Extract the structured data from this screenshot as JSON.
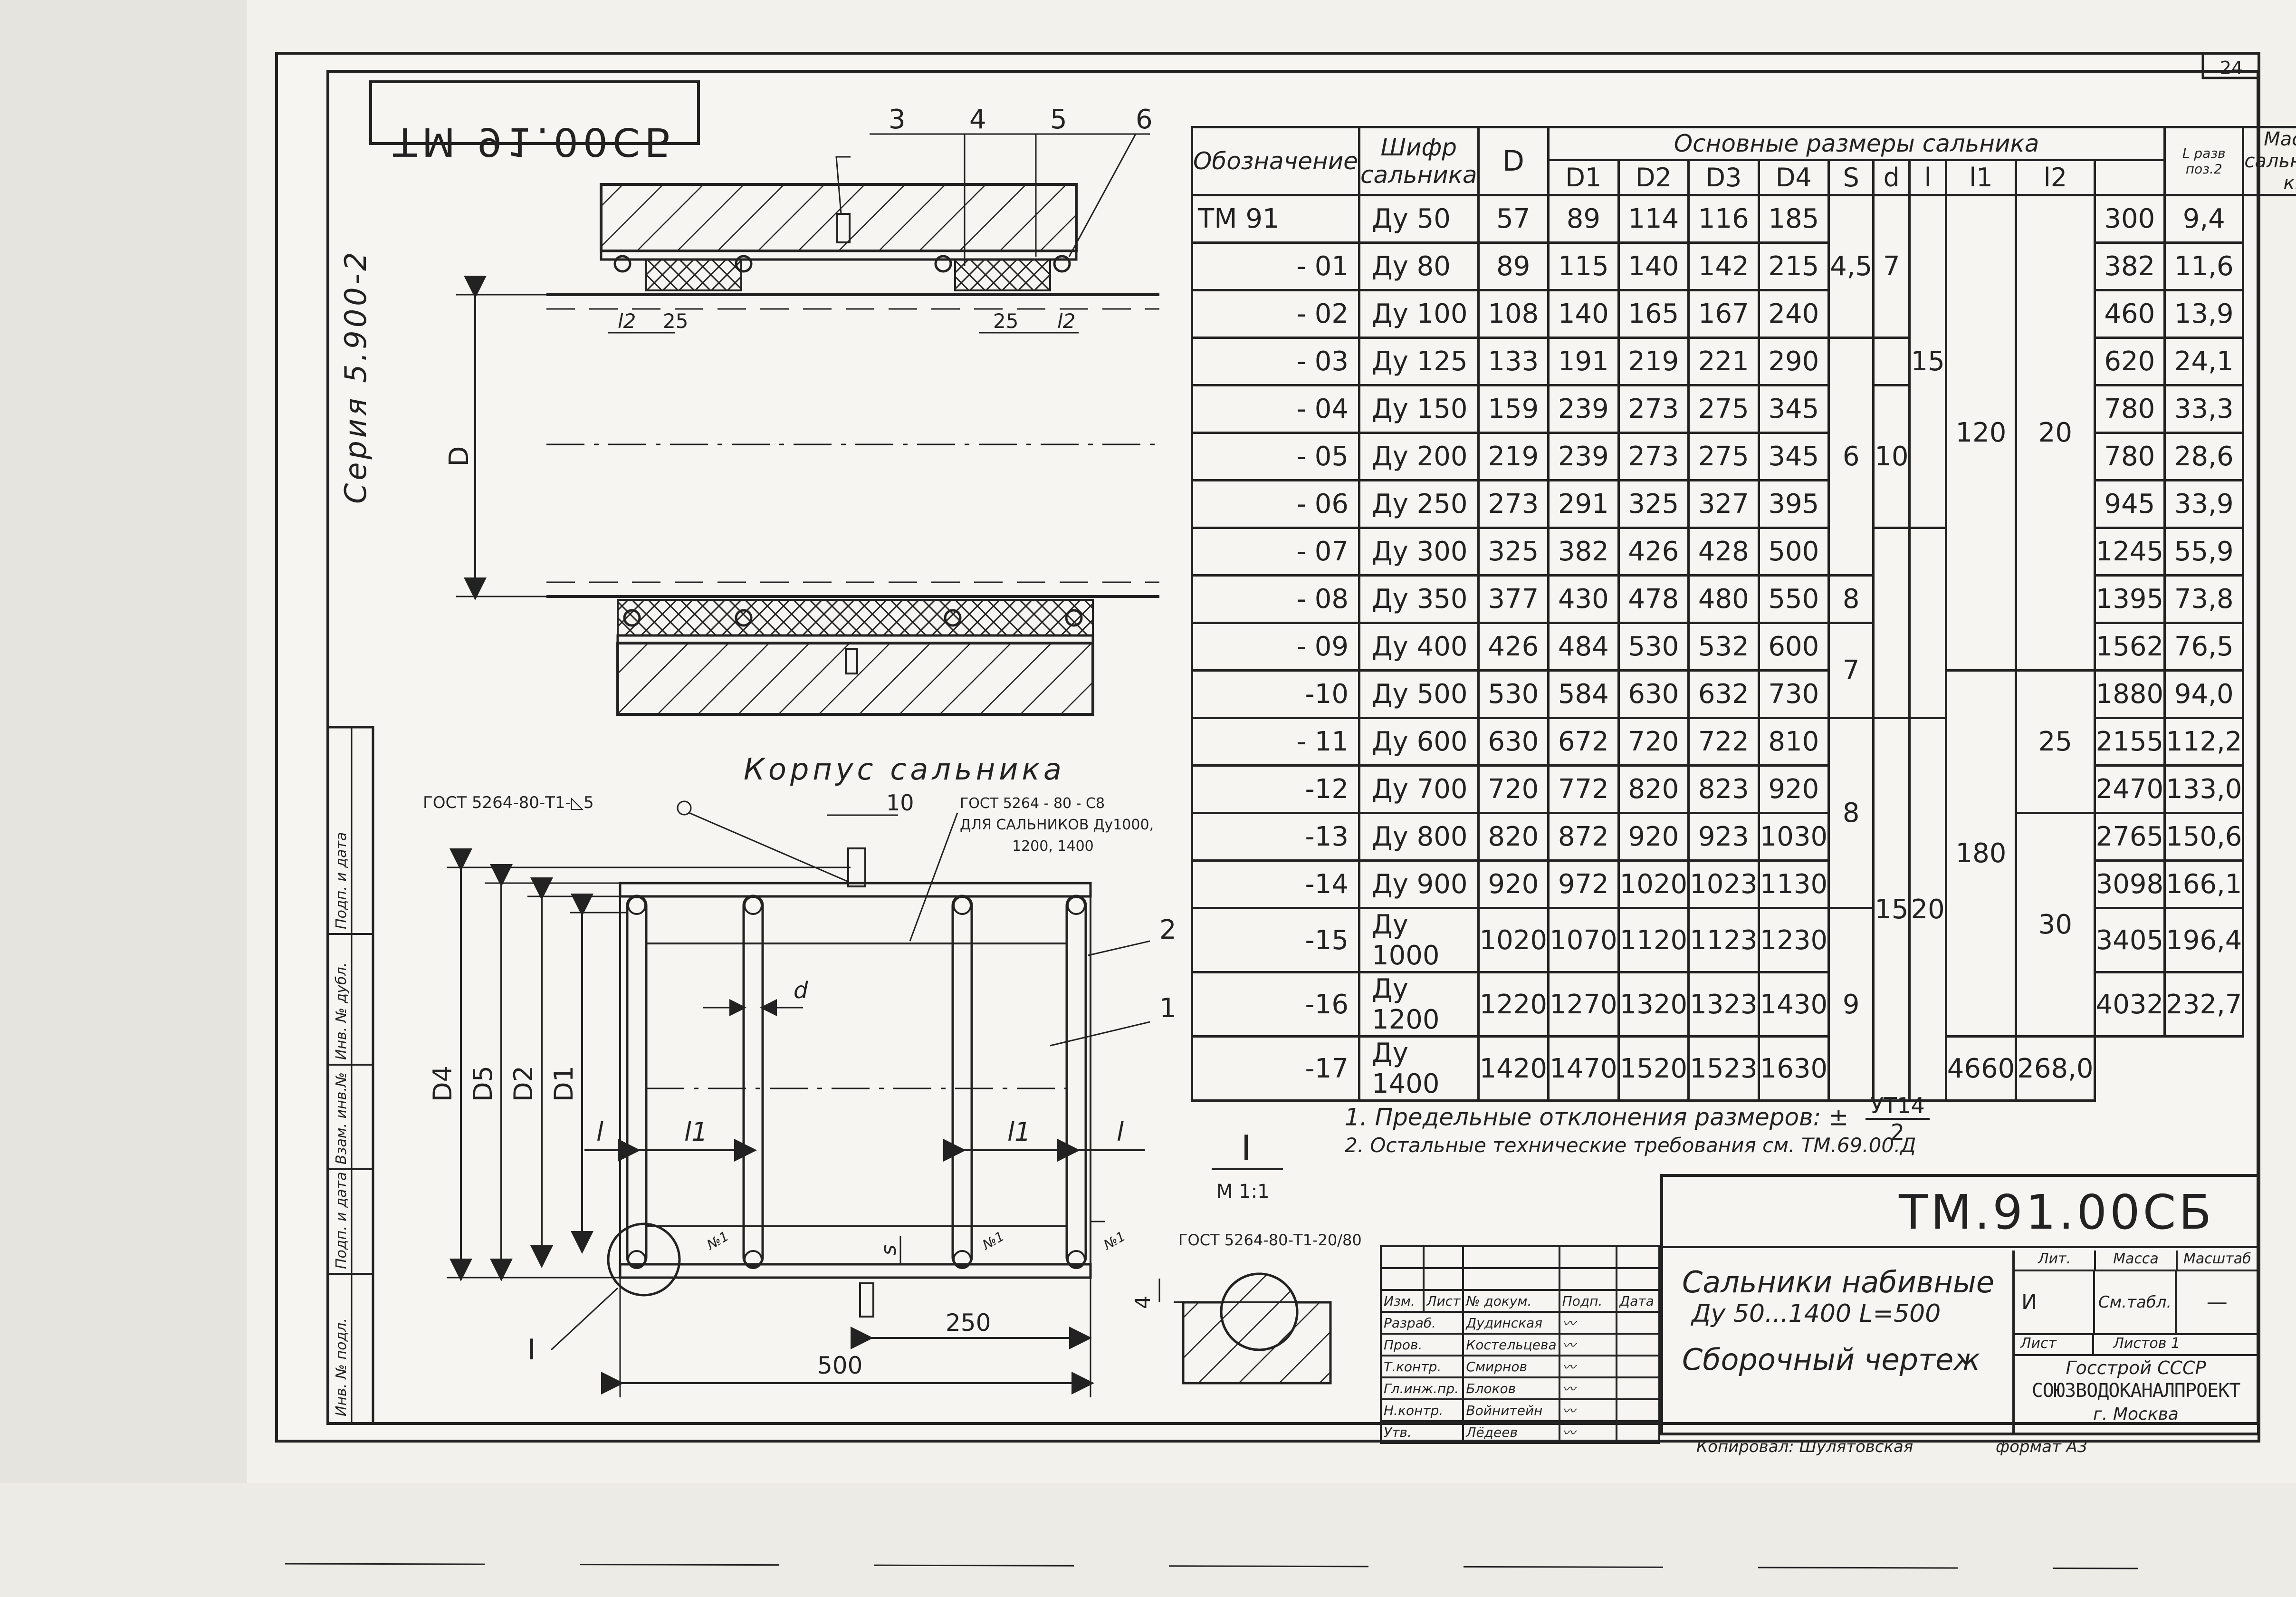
{
  "series_text": "Серия 5.900-2",
  "mirrored_code": "TM 91.00CБ",
  "page_number": "24",
  "callouts": [
    "1",
    "2",
    "3",
    "4",
    "5",
    "6"
  ],
  "dims": {
    "D": "D",
    "D1": "D1",
    "D2": "D2",
    "D4": "D4",
    "D5": "D5",
    "l": "l",
    "l1": "l1",
    "l2": "l2",
    "d": "d",
    "s": "s",
    "v25a": "25",
    "v25b": "25",
    "v10": "10",
    "v250": "250",
    "v500": "500",
    "v4": "4"
  },
  "section_title": "Корпус сальника",
  "gost_notes": {
    "g1": "ГОСТ 5264-80-Т1-◺5",
    "g2a": "ГОСТ 5264 - 80 - С8",
    "g2b": "ДЛЯ САЛЬНИКОВ Ду1000,",
    "g2c": "1200, 1400",
    "g3": "ГОСТ 5264-80-Т1-20/80",
    "n1": "№1",
    "n2": "№1",
    "n3": "№1"
  },
  "detail": {
    "label": "I",
    "scale": "M 1:1",
    "leader_label": "I"
  },
  "table": {
    "headers": {
      "designation": "Обозначение",
      "cipher": "Шифр сальника",
      "D": "D",
      "main_dims": "Основные размеры сальника",
      "D1": "D1",
      "D2": "D2",
      "D3": "D3",
      "D4": "D4",
      "S": "S",
      "d": "d",
      "l": "l",
      "l1": "l1",
      "l2": "l2",
      "L": "L разв поз.2",
      "mass": "Масса сальника, кг"
    },
    "rows": [
      {
        "des": "ТМ 91",
        "cip": "Ду 50",
        "D": "57",
        "D1": "89",
        "D2": "114",
        "D3": "116",
        "D4": "185",
        "L": "300",
        "m": "9,4"
      },
      {
        "des": "- 01",
        "cip": "Ду 80",
        "D": "89",
        "D1": "115",
        "D2": "140",
        "D3": "142",
        "D4": "215",
        "L": "382",
        "m": "11,6"
      },
      {
        "des": "- 02",
        "cip": "Ду 100",
        "D": "108",
        "D1": "140",
        "D2": "165",
        "D3": "167",
        "D4": "240",
        "L": "460",
        "m": "13,9"
      },
      {
        "des": "- 03",
        "cip": "Ду 125",
        "D": "133",
        "D1": "191",
        "D2": "219",
        "D3": "221",
        "D4": "290",
        "L": "620",
        "m": "24,1"
      },
      {
        "des": "- 04",
        "cip": "Ду 150",
        "D": "159",
        "D1": "239",
        "D2": "273",
        "D3": "275",
        "D4": "345",
        "L": "780",
        "m": "33,3"
      },
      {
        "des": "- 05",
        "cip": "Ду 200",
        "D": "219",
        "D1": "239",
        "D2": "273",
        "D3": "275",
        "D4": "345",
        "L": "780",
        "m": "28,6"
      },
      {
        "des": "- 06",
        "cip": "Ду 250",
        "D": "273",
        "D1": "291",
        "D2": "325",
        "D3": "327",
        "D4": "395",
        "L": "945",
        "m": "33,9"
      },
      {
        "des": "- 07",
        "cip": "Ду 300",
        "D": "325",
        "D1": "382",
        "D2": "426",
        "D3": "428",
        "D4": "500",
        "L": "1245",
        "m": "55,9"
      },
      {
        "des": "- 08",
        "cip": "Ду 350",
        "D": "377",
        "D1": "430",
        "D2": "478",
        "D3": "480",
        "D4": "550",
        "L": "1395",
        "m": "73,8"
      },
      {
        "des": "- 09",
        "cip": "Ду 400",
        "D": "426",
        "D1": "484",
        "D2": "530",
        "D3": "532",
        "D4": "600",
        "L": "1562",
        "m": "76,5"
      },
      {
        "des": "-10",
        "cip": "Ду 500",
        "D": "530",
        "D1": "584",
        "D2": "630",
        "D3": "632",
        "D4": "730",
        "L": "1880",
        "m": "94,0"
      },
      {
        "des": "- 11",
        "cip": "Ду 600",
        "D": "630",
        "D1": "672",
        "D2": "720",
        "D3": "722",
        "D4": "810",
        "L": "2155",
        "m": "112,2"
      },
      {
        "des": "-12",
        "cip": "Ду 700",
        "D": "720",
        "D1": "772",
        "D2": "820",
        "D3": "823",
        "D4": "920",
        "L": "2470",
        "m": "133,0"
      },
      {
        "des": "-13",
        "cip": "Ду 800",
        "D": "820",
        "D1": "872",
        "D2": "920",
        "D3": "923",
        "D4": "1030",
        "L": "2765",
        "m": "150,6"
      },
      {
        "des": "-14",
        "cip": "Ду 900",
        "D": "920",
        "D1": "972",
        "D2": "1020",
        "D3": "1023",
        "D4": "1130",
        "L": "3098",
        "m": "166,1"
      },
      {
        "des": "-15",
        "cip": "Ду 1000",
        "D": "1020",
        "D1": "1070",
        "D2": "1120",
        "D3": "1123",
        "D4": "1230",
        "L": "3405",
        "m": "196,4"
      },
      {
        "des": "-16",
        "cip": "Ду 1200",
        "D": "1220",
        "D1": "1270",
        "D2": "1320",
        "D3": "1323",
        "D4": "1430",
        "L": "4032",
        "m": "232,7"
      },
      {
        "des": "-17",
        "cip": "Ду 1400",
        "D": "1420",
        "D1": "1470",
        "D2": "1520",
        "D3": "1523",
        "D4": "1630",
        "L": "4660",
        "m": "268,0"
      }
    ],
    "merged": {
      "S_45": "4,5",
      "S_6": "6",
      "S_8": "8",
      "S_7": "7",
      "S_8b": "8",
      "S_9": "9",
      "d_7": "7",
      "d_10": "10",
      "d_15": "15",
      "l_15": "15",
      "l_20": "20",
      "l1_120": "120",
      "l1_180": "180",
      "l2_20": "20",
      "l2_25": "25",
      "l2_30": "30"
    }
  },
  "notes": {
    "n1": "1. Предельные отклонения размеров: ±",
    "n1_frac_top": "УТ14",
    "n1_frac_bot": "2",
    "n2": "2. Остальные технические требования см. ТМ.69.00.Д"
  },
  "left_strip": [
    "Инв. № подл.",
    "Подп. и дата",
    "Взам. инв.№",
    "Инв. № дубл.",
    "Подп. и дата"
  ],
  "stamp": {
    "head": [
      "Изм.",
      "Лист",
      "№ докум.",
      "Подп.",
      "Дата"
    ],
    "rows": [
      {
        "role": "Разраб.",
        "name": "Дудинская"
      },
      {
        "role": "Пров.",
        "name": "Костельцева"
      },
      {
        "role": "Т.контр.",
        "name": "Смирнов"
      },
      {
        "role": "Гл.инж.пр.",
        "name": "Блоков"
      },
      {
        "role": "Н.контр.",
        "name": "Войнитейн"
      },
      {
        "role": "Утв.",
        "name": "Лёдеев"
      }
    ]
  },
  "title_block": {
    "doc_number": "ТМ.91.00СБ",
    "name_l1": "Сальники набивные",
    "name_l2": "Ду 50...1400   L=500",
    "name_l3": "Сборочный  чертеж",
    "lit_label": "Лит.",
    "mass_label": "Масса",
    "scale_label": "Масштаб",
    "lit_value": "И",
    "mass_value": "См.табл.",
    "scale_value": "—",
    "sheet_label": "Лист",
    "sheets_label": "Листов 1",
    "org1": "Госстрой СССР",
    "org2": "СОЮЗВОДОКАНАЛПРОЕКТ",
    "org3": "г. Москва"
  },
  "footer": {
    "copied": "Копировал: Шулятовская",
    "format": "формат А3"
  }
}
